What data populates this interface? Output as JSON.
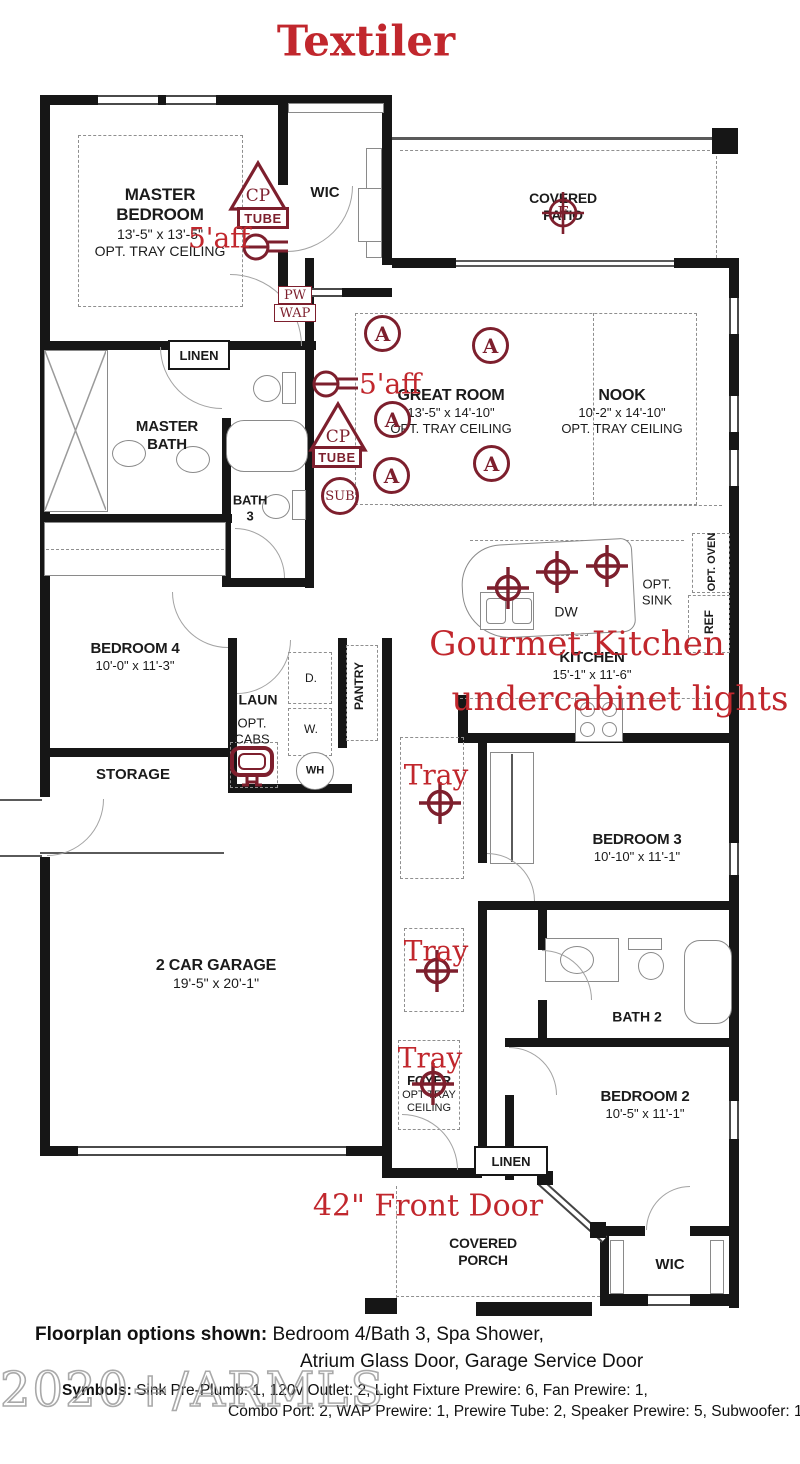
{
  "title": "Textiler",
  "colors": {
    "accent_red": "#c1272d",
    "symbol_maroon": "#7d1f2d"
  },
  "rooms": {
    "master_bedroom": {
      "name": "MASTER BEDROOM",
      "dims": "13'-5\" x 13'-5\"",
      "note": "OPT. TRAY CEILING"
    },
    "wic_top": {
      "name": "WIC"
    },
    "covered_patio": {
      "name": "COVERED PATIO"
    },
    "linen_top": {
      "name": "LINEN"
    },
    "master_bath": {
      "name": "MASTER BATH"
    },
    "great_room": {
      "name": "GREAT ROOM",
      "dims": "13'-5\" x 14'-10\"",
      "note": "OPT. TRAY CEILING"
    },
    "nook": {
      "name": "NOOK",
      "dims": "10'-2\" x 14'-10\"",
      "note": "OPT. TRAY CEILING"
    },
    "bath_3": {
      "name": "BATH 3"
    },
    "bedroom_4": {
      "name": "BEDROOM 4",
      "dims": "10'-0\" x 11'-3\""
    },
    "laundry": {
      "name": "LAUN",
      "note1": "OPT.",
      "note2": "CABS"
    },
    "dryer": {
      "name": "D."
    },
    "washer": {
      "name": "W."
    },
    "pantry": {
      "name": "PANTRY"
    },
    "storage": {
      "name": "STORAGE"
    },
    "water_heater": {
      "name": "WH"
    },
    "kitchen": {
      "name": "KITCHEN",
      "dims": "15'-1\" x 11'-6\""
    },
    "dishwasher": {
      "name": "DW"
    },
    "opt_sink": {
      "line1": "OPT.",
      "line2": "SINK"
    },
    "opt_oven": {
      "name": "OPT. OVEN"
    },
    "fridge": {
      "name": "REF"
    },
    "bedroom_3": {
      "name": "BEDROOM 3",
      "dims": "10'-10\" x 11'-1\""
    },
    "garage": {
      "name": "2 CAR GARAGE",
      "dims": "19'-5\" x 20'-1\""
    },
    "bath_2": {
      "name": "BATH 2"
    },
    "foyer": {
      "name": "FOYER",
      "note1": "OPT TRAY",
      "note2": "CEILING"
    },
    "bedroom_2": {
      "name": "BEDROOM 2",
      "dims": "10'-5\" x 11'-1\""
    },
    "linen_bottom": {
      "name": "LINEN"
    },
    "covered_porch": {
      "name": "COVERED PORCH"
    },
    "wic_bottom": {
      "name": "WIC"
    }
  },
  "annotations": {
    "aff": "5'aff",
    "gourmet_kitchen": "Gourmet Kitchen",
    "undercabinet": "undercabinet lights",
    "tray": "Tray",
    "front_door": "42\" Front Door"
  },
  "symbols": {
    "combo_port": "CP",
    "tube": "TUBE",
    "subwoofer": "SUB",
    "pw": "PW",
    "wap": "WAP",
    "speaker": "A",
    "fan": "F"
  },
  "legend": {
    "options_label": "Floorplan options shown:",
    "options_line1": "Bedroom 4/Bath 3,  Spa Shower,",
    "options_line2": "Atrium Glass Door,  Garage Service Door",
    "symbols_label": "Symbols:",
    "symbols_line1": "Sink Pre-Plumb: 1,  120v Outlet: 2,  Light Fixture Prewire: 6,  Fan Prewire: 1,",
    "symbols_line2": "Combo Port: 2,  WAP Prewire: 1,  Prewire Tube: 2,  Speaker Prewire: 5,  Subwoofer: 1"
  },
  "watermark": "2020+/ARMLS"
}
